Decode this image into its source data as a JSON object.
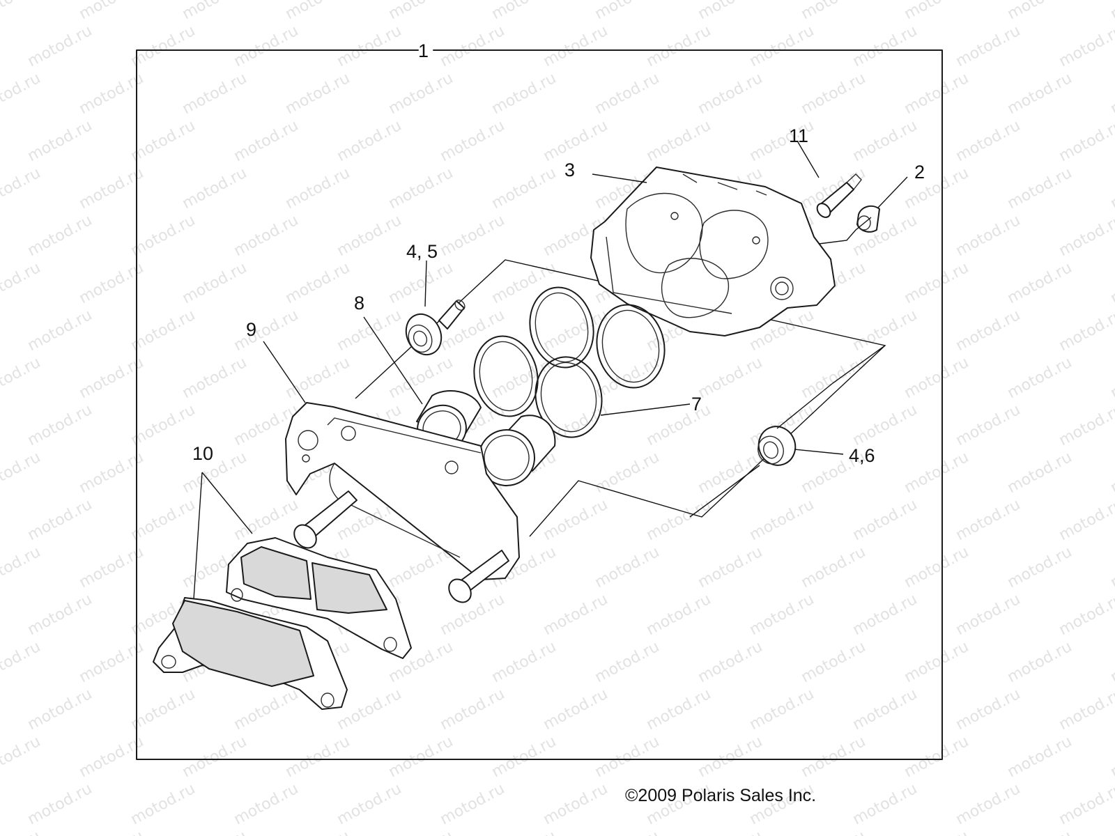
{
  "watermark_text": "motod.ru",
  "callouts": [
    {
      "id": "1",
      "label": "1"
    },
    {
      "id": "2",
      "label": "2"
    },
    {
      "id": "3",
      "label": "3"
    },
    {
      "id": "4-5",
      "label": "4, 5"
    },
    {
      "id": "4-6",
      "label": "4,6"
    },
    {
      "id": "7",
      "label": "7"
    },
    {
      "id": "8",
      "label": "8"
    },
    {
      "id": "9",
      "label": "9"
    },
    {
      "id": "10",
      "label": "10"
    },
    {
      "id": "11",
      "label": "11"
    }
  ],
  "copyright": {
    "symbol": "©",
    "text": "2009 Polaris Sales Inc."
  }
}
